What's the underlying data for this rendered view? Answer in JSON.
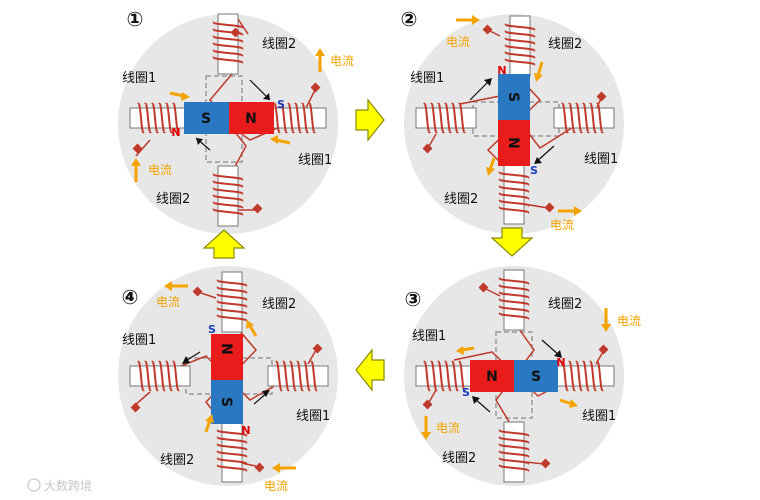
{
  "colors": {
    "disc": "#e7e7e7",
    "wire": "#c0392b",
    "terminal": "#c0392b",
    "magnet_n": "#ea1b1b",
    "magnet_s": "#2a78c2",
    "current_arrow": "#f4a300",
    "next_arrow_fill": "#ffff00",
    "next_arrow_stroke": "#8a8a00"
  },
  "labels": {
    "coil1": "线圈1",
    "coil2": "线圈2",
    "current": "电流",
    "pole_n": "N",
    "pole_s": "S",
    "step1": "①",
    "step2": "②",
    "step3": "③",
    "step4": "④",
    "watermark": "大数跨境"
  },
  "icons": {
    "flow_arrow": "block-arrow-icon",
    "current": "arrow-icon"
  }
}
